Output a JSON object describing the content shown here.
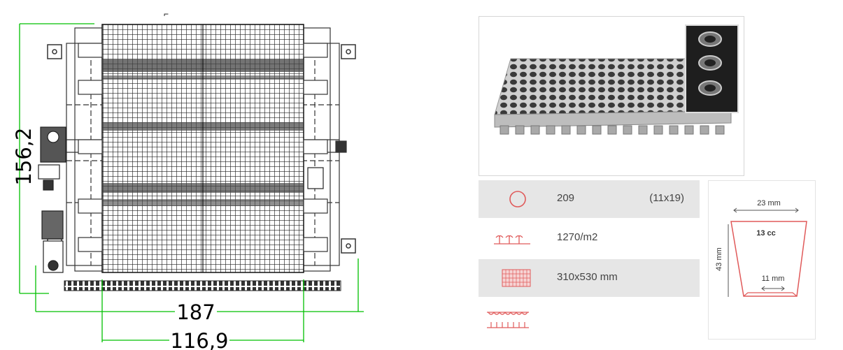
{
  "drawing": {
    "height_label": "156,2",
    "width_label": "187",
    "inner_width_label": "116,9"
  },
  "specs": {
    "cells": {
      "icon": "circle-icon",
      "value": "209",
      "grid": "(11x19)"
    },
    "density": {
      "icon": "plants-icon",
      "value": "1270/m2"
    },
    "size": {
      "icon": "tray-grid-icon",
      "value": "310x530 mm"
    },
    "profile": {
      "icon": "tray-profile-icon"
    }
  },
  "cell_diagram": {
    "top_width": "23 mm",
    "volume": "13 cc",
    "depth": "43 mm",
    "bottom_width": "11 mm"
  },
  "colors": {
    "dimension_line": "#00c000",
    "icon_red": "#e05a5a",
    "row_shade": "#e6e6e6"
  }
}
